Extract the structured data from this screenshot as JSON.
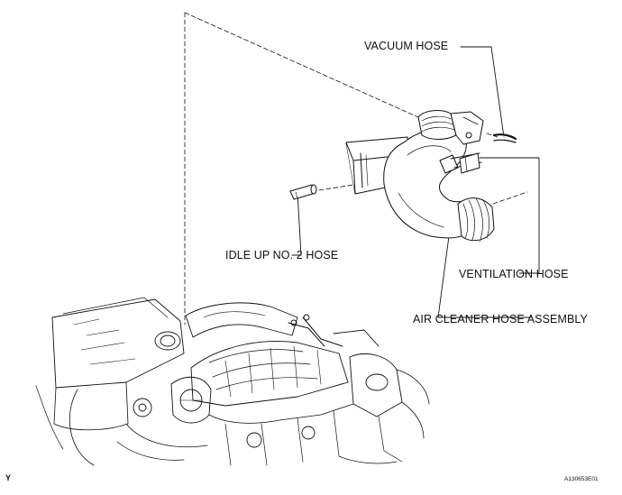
{
  "labels": {
    "vacuum_hose": "VACUUM HOSE",
    "idle_up_hose": "IDLE UP NO. 2 HOSE",
    "ventilation_hose": "VENTILATION HOSE",
    "air_cleaner_hose_assembly": "AIR CLEANER HOSE ASSEMBLY"
  },
  "corner": {
    "left_mark": "Y",
    "figure_code": "A130653E01"
  },
  "colors": {
    "line": "#111111",
    "background": "#ffffff"
  }
}
